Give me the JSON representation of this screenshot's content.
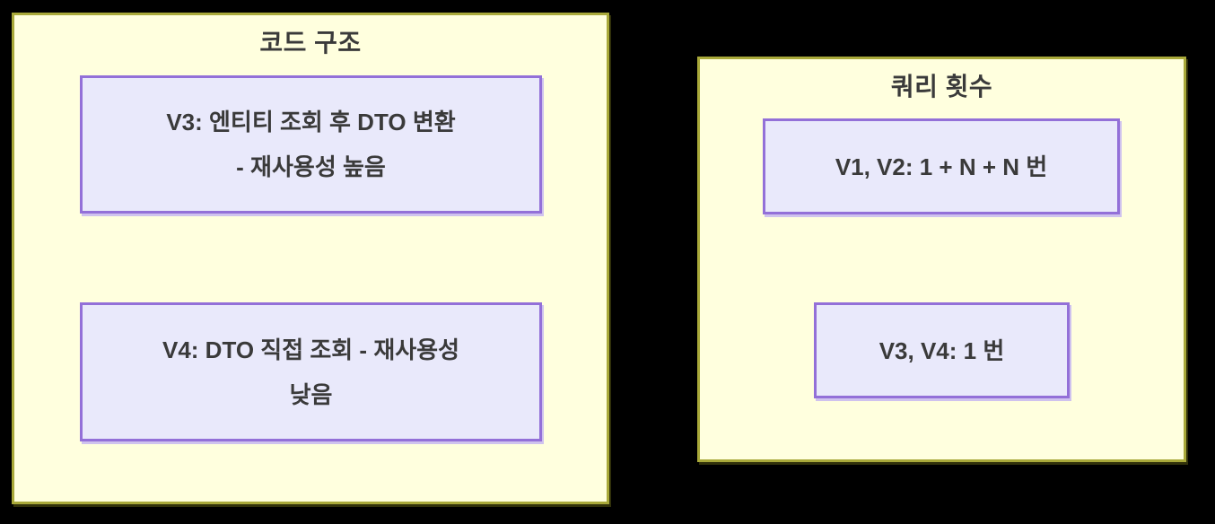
{
  "colors": {
    "page_bg": "#000000",
    "group_fill": "#ffffde",
    "group_border": "#a9a93a",
    "node_fill": "#e9e9fb",
    "node_border": "#9370d8",
    "text": "#3a3a3a"
  },
  "groups": [
    {
      "title": "코드 구조",
      "nodes": [
        {
          "lines": [
            "V3: 엔티티 조회 후 DTO 변환",
            "- 재사용성 높음"
          ]
        },
        {
          "lines": [
            "V4: DTO 직접 조회 - 재사용성",
            "낮음"
          ]
        }
      ]
    },
    {
      "title": "쿼리 횟수",
      "nodes": [
        {
          "lines": [
            "V1, V2: 1 + N + N 번"
          ]
        },
        {
          "lines": [
            "V3, V4: 1 번"
          ]
        }
      ]
    }
  ]
}
